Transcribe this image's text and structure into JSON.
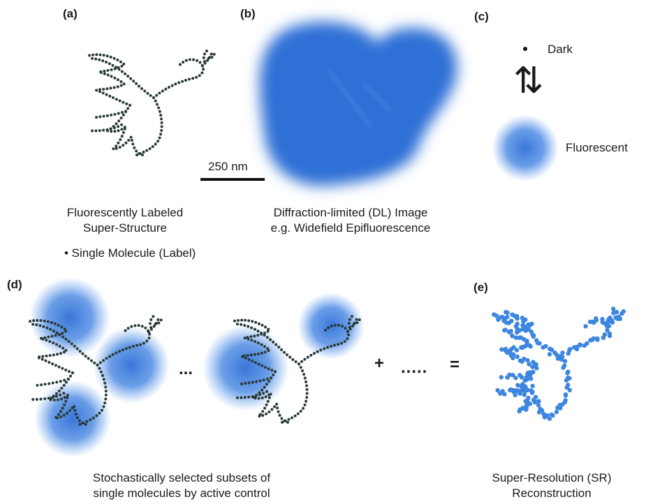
{
  "panels": {
    "a": {
      "label": "(a)",
      "caption_line1": "Fluorescently Labeled",
      "caption_line2": "Super-Structure",
      "legend": "• Single Molecule (Label)"
    },
    "b": {
      "label": "(b)",
      "scale_bar": "250 nm",
      "caption_line1": "Diffraction-limited (DL) Image",
      "caption_line2": "e.g. Widefield Epifluorescence"
    },
    "c": {
      "label": "(c)",
      "state_dark": "Dark",
      "state_fluorescent": "Fluorescent",
      "arrows": "⇅"
    },
    "d": {
      "label": "(d)",
      "ellipsis": "...",
      "plus": "+",
      "dots": ".....",
      "equals": "=",
      "caption_line1": "Stochastically selected subsets of",
      "caption_line2": "single molecules by active control"
    },
    "e": {
      "label": "(e)",
      "caption_line1": "Super-Resolution (SR)",
      "caption_line2": "Reconstruction"
    }
  },
  "colors": {
    "blue": "#2f6fd6",
    "dot": "#2a3a3a",
    "sr_dot": "#3d86e0"
  }
}
